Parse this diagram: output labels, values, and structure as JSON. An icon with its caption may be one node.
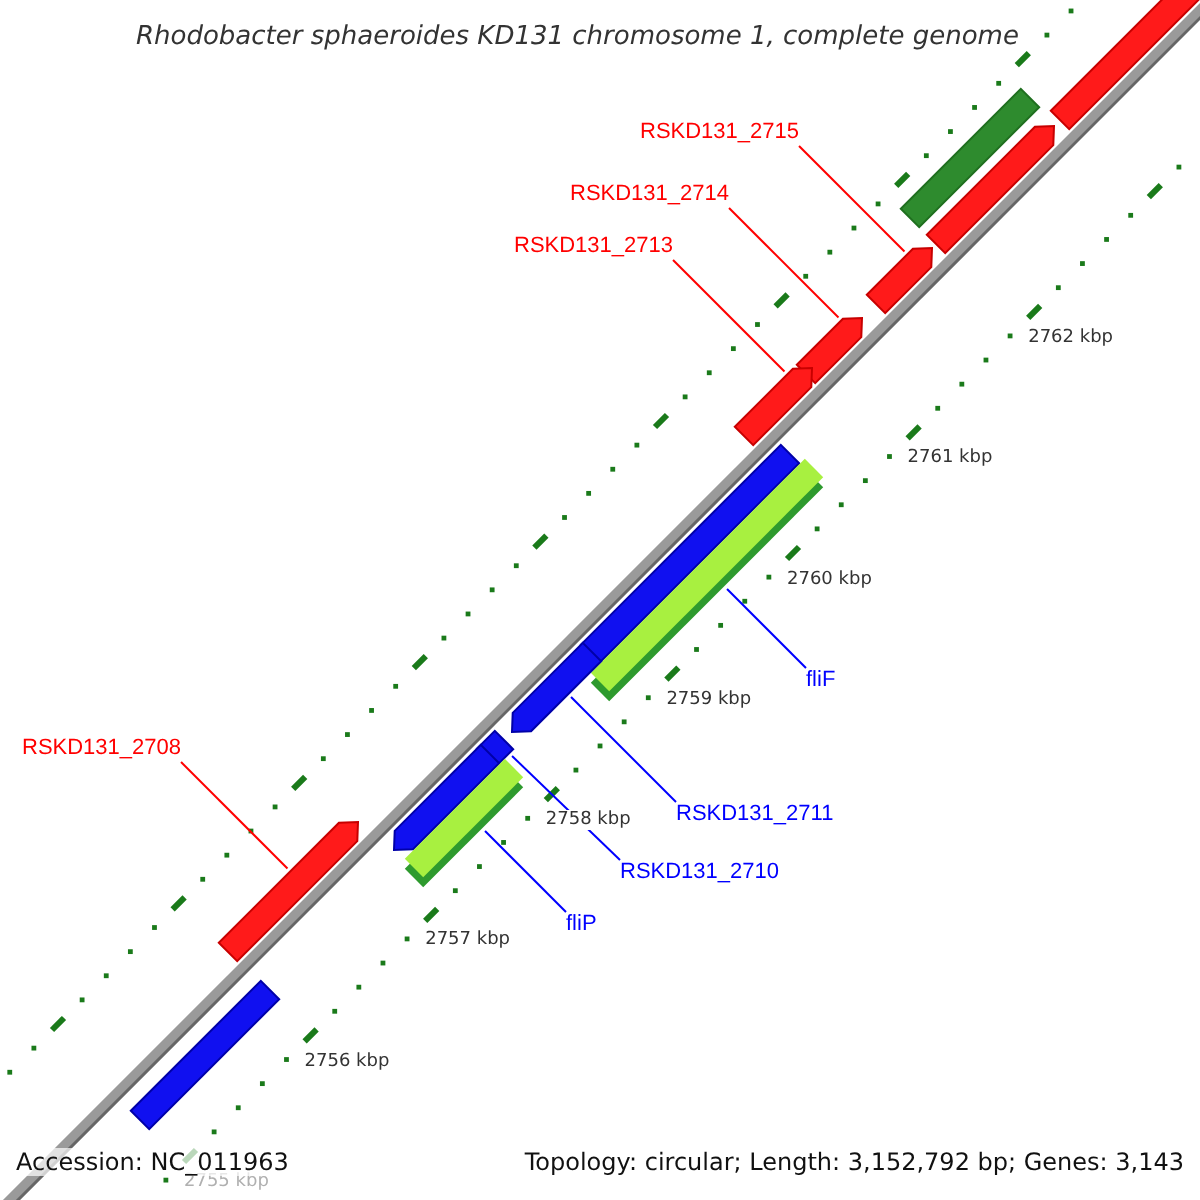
{
  "diagram": {
    "title": "Rhodobacter sphaeroides KD131 chromosome 1, complete genome",
    "nodes": [
      {
        "text": [
          "RSKD131_2715"
        ]
      },
      {
        "text": [
          "RSKD131_2714"
        ]
      },
      {
        "text": [
          "RSKD131_2713"
        ]
      },
      {
        "text": [
          "RSKD131_2708"
        ]
      },
      {
        "text": [
          "fliF"
        ]
      },
      {
        "text": [
          "RSKD131_2711"
        ]
      },
      {
        "text": [
          "RSKD131_2710"
        ]
      },
      {
        "text": [
          "fliP"
        ]
      },
      {
        "text": [],
        "shape": "bar"
      },
      {
        "text": [],
        "shape": "bar"
      },
      {
        "text": [],
        "shape": "bar"
      },
      {
        "text": [],
        "shape": "bar"
      },
      {
        "text": [],
        "shape": "bar"
      },
      {
        "text": [],
        "shape": "bar"
      },
      {
        "text": [],
        "shape": "bar"
      },
      {
        "text": [],
        "shape": "bar"
      },
      {
        "text": [],
        "shape": "bar"
      },
      {
        "text": [],
        "shape": "bar"
      },
      {
        "text": [],
        "shape": "bar"
      },
      {
        "text": [],
        "shape": "bar"
      },
      {
        "text": [],
        "shape": "bar"
      },
      {
        "text": [],
        "shape": "bar"
      }
    ],
    "edges": [
      {
        "from": 0,
        "to": 11,
        "arrow": "none",
        "color": "#ff0000"
      },
      {
        "from": 1,
        "to": 12,
        "arrow": "none",
        "color": "#ff0000"
      },
      {
        "from": 2,
        "to": 13,
        "arrow": "none",
        "color": "#ff0000"
      },
      {
        "from": 3,
        "to": 20,
        "arrow": "none",
        "color": "#ff0000"
      },
      {
        "from": 4,
        "to": 15,
        "arrow": "none",
        "color": "#0000ff"
      },
      {
        "from": 5,
        "to": 16,
        "arrow": "none",
        "color": "#0000ff"
      },
      {
        "from": 6,
        "to": 17,
        "arrow": "none",
        "color": "#0000ff"
      },
      {
        "from": 7,
        "to": 19,
        "arrow": "none",
        "color": "#0000ff"
      }
    ],
    "labels": [
      "2762 kbp",
      "2761 kbp",
      "2760 kbp",
      "2759 kbp",
      "2758 kbp",
      "2757 kbp",
      "2756 kbp",
      "2755 kbp",
      "Accession: NC_011963",
      "Topology: circular; Length: 3,152,792 bp; Genes: 3,143"
    ]
  }
}
